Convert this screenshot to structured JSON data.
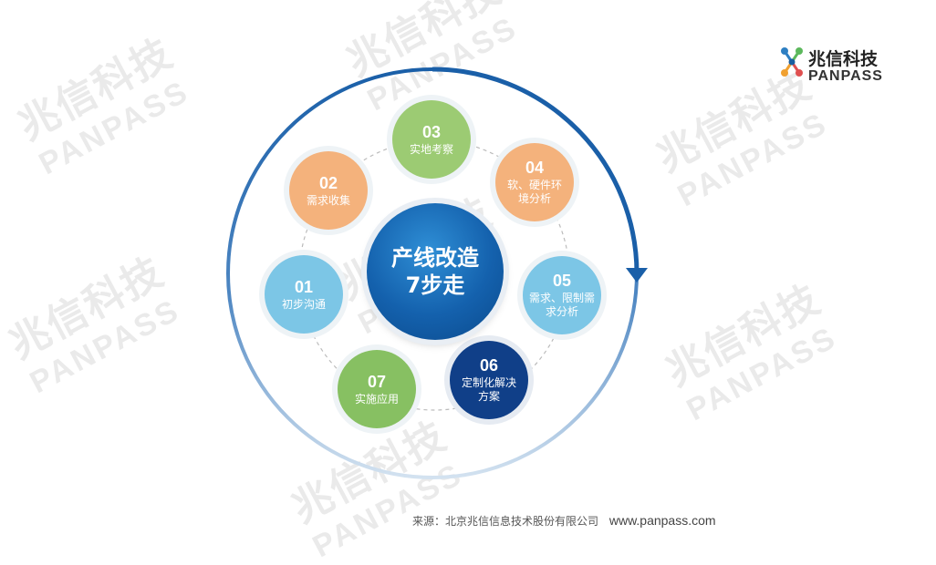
{
  "watermark": {
    "cn": "兆信科技",
    "en": "PANPASS"
  },
  "logo": {
    "cn": "兆信科技",
    "en": "PANPASS"
  },
  "center": {
    "line1": "产线改造",
    "line2": "7步走"
  },
  "steps": [
    {
      "num": "01",
      "label": "初步沟通",
      "color": "#7cc6e6"
    },
    {
      "num": "02",
      "label": "需求收集",
      "color": "#f4b27c"
    },
    {
      "num": "03",
      "label": "实地考察",
      "color": "#9ccb73"
    },
    {
      "num": "04",
      "label": "软、硬件环境分析",
      "color": "#f4b27c"
    },
    {
      "num": "05",
      "label": "需求、限制需求分析",
      "color": "#7cc6e6"
    },
    {
      "num": "06",
      "label": "定制化解决方案",
      "color": "#103f88"
    },
    {
      "num": "07",
      "label": "实施应用",
      "color": "#87c062"
    }
  ],
  "source": {
    "text": "来源：北京兆信信息技术股份有限公司",
    "url": "www.panpass.com"
  }
}
